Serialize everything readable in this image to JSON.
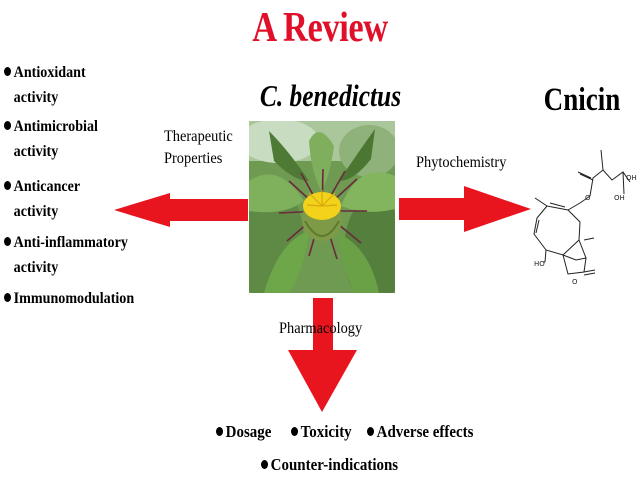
{
  "title": "A Review",
  "plant_name": "C. benedictus",
  "compound_name": "Cnicin",
  "labels": {
    "therapeutic_line1": "Therapeutic",
    "therapeutic_line2": "Properties",
    "phytochemistry": "Phytochemistry",
    "pharmacology": "Pharmacology"
  },
  "therapeutic_properties": [
    {
      "line1": "Antioxidant",
      "line2": "activity"
    },
    {
      "line1": "Antimicrobial",
      "line2": "activity"
    },
    {
      "line1": "Anticancer",
      "line2": "activity"
    },
    {
      "line1": "Anti-inflammatory",
      "line2": "activity"
    },
    {
      "line1": "Immunomodulation",
      "line2": ""
    }
  ],
  "pharmacology_items": [
    "Dosage",
    "Toxicity",
    "Adverse effects",
    "Counter-indications"
  ],
  "structure_labels": {
    "oh_top": "OH",
    "oh_mid": "OH",
    "o_ester": "O",
    "oh_left": "HO",
    "o_ring": "O"
  },
  "colors": {
    "title": "#e0102a",
    "arrows": "#e8151f",
    "text": "#000000"
  },
  "icons": {
    "bullet": "black-dot-bullet"
  }
}
